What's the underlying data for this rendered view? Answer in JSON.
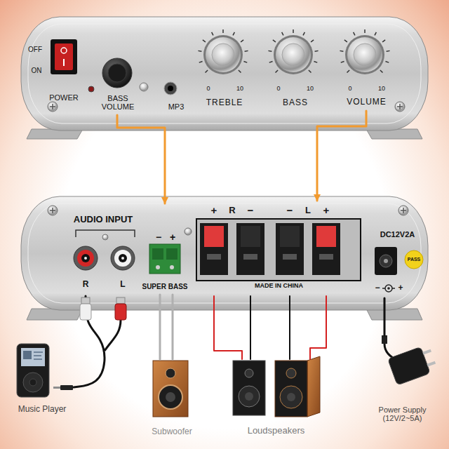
{
  "diagram": {
    "nodes": [
      {
        "text": [
          "BASS VOLUME"
        ]
      },
      {
        "text": [
          "VOLUME"
        ]
      },
      {
        "text": [
          "AUDIO INPUT",
          "R",
          "L"
        ]
      },
      {
        "text": [
          "SUPER BASS"
        ]
      },
      {
        "text": [
          "MADE IN CHINA"
        ]
      },
      {
        "text": [
          "DC12V2A"
        ]
      },
      {
        "text": [
          "Music Player"
        ]
      },
      {
        "text": [
          "Subwoofer"
        ]
      },
      {
        "text": [
          "Loudspeakers"
        ]
      },
      {
        "text": [
          "Power Supply (12V/2~5A)"
        ]
      }
    ],
    "edges": [
      {
        "from": 0,
        "to": 3,
        "arrow": "to"
      },
      {
        "from": 1,
        "to": 4,
        "arrow": "to"
      },
      {
        "from": 6,
        "to": 2,
        "arrow": "none"
      },
      {
        "from": 3,
        "to": 7,
        "arrow": "none"
      },
      {
        "from": 3,
        "to": 7,
        "arrow": "none"
      },
      {
        "from": 4,
        "to": 8,
        "arrow": "none"
      },
      {
        "from": 4,
        "to": 8,
        "arrow": "none"
      },
      {
        "from": 4,
        "to": 8,
        "arrow": "none"
      },
      {
        "from": 4,
        "to": 8,
        "arrow": "none"
      },
      {
        "from": 9,
        "to": 5,
        "arrow": "none"
      }
    ],
    "labels": [
      "OFF",
      "ON",
      "POWER",
      "MP3",
      "0",
      "10",
      "TREBLE",
      "0",
      "10",
      "BASS",
      "0",
      "10",
      "−",
      "+",
      "+",
      "R",
      "−",
      "−",
      "L",
      "+",
      "PASS",
      "−",
      "+"
    ]
  }
}
